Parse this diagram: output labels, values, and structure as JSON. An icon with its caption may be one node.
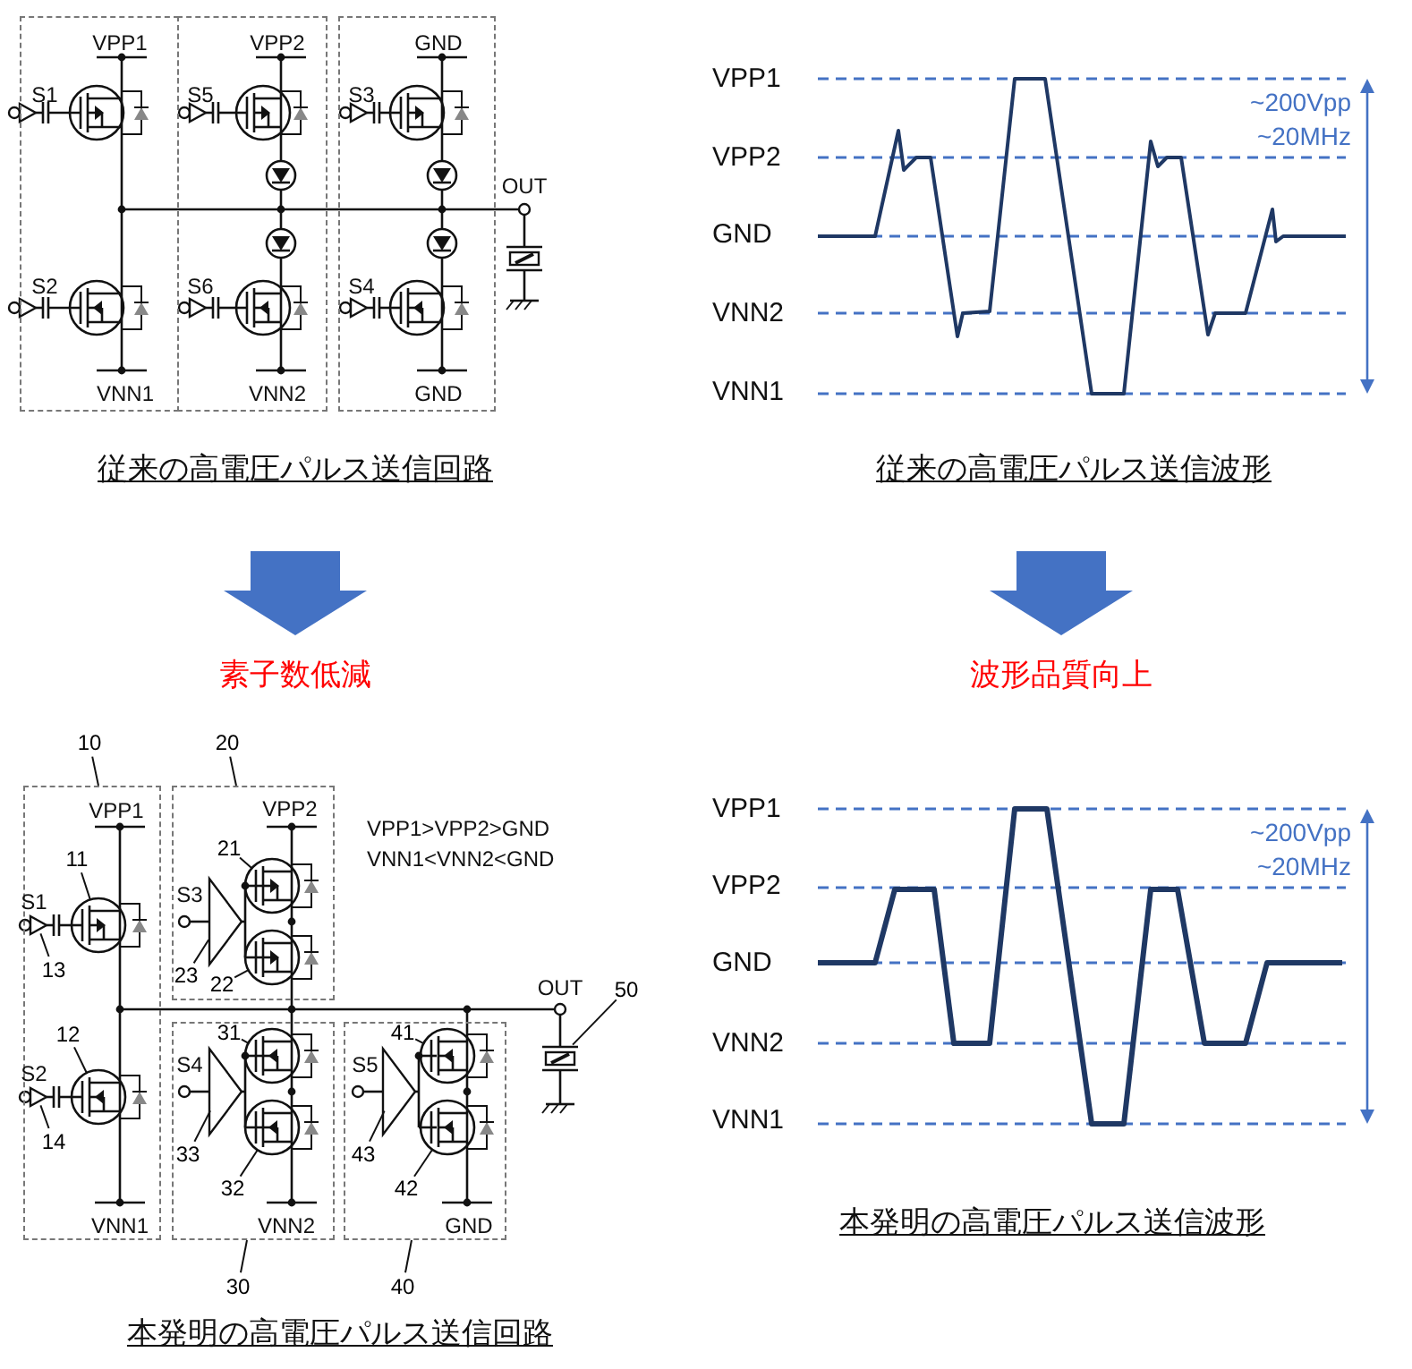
{
  "diagram": {
    "nodes": [
      {
        "text": [
          "VPP1",
          "S1",
          "S2",
          "VNN1"
        ]
      },
      {
        "text": [
          "VPP2",
          "S5",
          "S6",
          "VNN2"
        ]
      },
      {
        "text": [
          "GND",
          "S3",
          "S4",
          "GND"
        ]
      },
      {
        "text": [
          "VPP1",
          "S1",
          "S2",
          "VNN1"
        ]
      },
      {
        "text": [
          "VPP2",
          "S3"
        ]
      },
      {
        "text": [
          "S4",
          "VNN2"
        ]
      },
      {
        "text": [
          "S5",
          "GND"
        ]
      },
      {
        "text": [
          "10"
        ]
      },
      {
        "text": [
          "20"
        ]
      },
      {
        "text": [
          "11"
        ],
        "in": 3
      },
      {
        "text": [
          "13"
        ],
        "in": 3
      },
      {
        "text": [
          "12"
        ],
        "in": 3
      },
      {
        "text": [
          "14"
        ],
        "in": 3
      },
      {
        "text": [
          "21"
        ],
        "in": 4
      },
      {
        "text": [
          "23"
        ],
        "in": 4
      },
      {
        "text": [
          "22"
        ],
        "in": 4
      },
      {
        "text": [
          "31"
        ],
        "in": 5
      },
      {
        "text": [
          "33"
        ],
        "in": 5
      },
      {
        "text": [
          "32"
        ],
        "in": 5
      },
      {
        "text": [
          "41"
        ],
        "in": 6
      },
      {
        "text": [
          "43"
        ],
        "in": 6
      },
      {
        "text": [
          "42"
        ],
        "in": 6
      },
      {
        "text": [
          "30"
        ]
      },
      {
        "text": [
          "40"
        ]
      },
      {
        "text": [
          "50"
        ]
      },
      {
        "text": [],
        "shape": "circle",
        "in": 3
      },
      {
        "text": [],
        "shape": "triangle",
        "in": 3
      },
      {
        "text": [],
        "shape": "circle",
        "in": 3
      },
      {
        "text": [],
        "shape": "triangle",
        "in": 3
      },
      {
        "text": [],
        "shape": "circle",
        "in": 4
      },
      {
        "text": [],
        "shape": "triangle",
        "in": 4
      },
      {
        "text": [],
        "shape": "circle",
        "in": 4
      },
      {
        "text": [],
        "shape": "circle",
        "in": 5
      },
      {
        "text": [],
        "shape": "triangle",
        "in": 5
      },
      {
        "text": [],
        "shape": "circle",
        "in": 5
      },
      {
        "text": [],
        "shape": "circle",
        "in": 6
      },
      {
        "text": [],
        "shape": "triangle",
        "in": 6
      },
      {
        "text": [],
        "shape": "circle",
        "in": 6
      },
      {
        "text": [],
        "shape": "box"
      }
    ],
    "edges": [
      {
        "from": 7,
        "to": 3,
        "arrow": "none"
      },
      {
        "from": 8,
        "to": 4,
        "arrow": "none"
      },
      {
        "from": 9,
        "to": 25,
        "arrow": "none"
      },
      {
        "from": 10,
        "to": 26,
        "arrow": "none"
      },
      {
        "from": 11,
        "to": 27,
        "arrow": "none"
      },
      {
        "from": 12,
        "to": 28,
        "arrow": "none"
      },
      {
        "from": 13,
        "to": 29,
        "arrow": "none"
      },
      {
        "from": 14,
        "to": 30,
        "arrow": "none"
      },
      {
        "from": 15,
        "to": 31,
        "arrow": "none"
      },
      {
        "from": 16,
        "to": 32,
        "arrow": "none"
      },
      {
        "from": 17,
        "to": 33,
        "arrow": "none"
      },
      {
        "from": 18,
        "to": 34,
        "arrow": "none"
      },
      {
        "from": 19,
        "to": 35,
        "arrow": "none"
      },
      {
        "from": 20,
        "to": 36,
        "arrow": "none"
      },
      {
        "from": 21,
        "to": 37,
        "arrow": "none"
      },
      {
        "from": 22,
        "to": 5,
        "arrow": "none"
      },
      {
        "from": 23,
        "to": 6,
        "arrow": "none"
      },
      {
        "from": 24,
        "to": 38,
        "arrow": "none"
      }
    ],
    "labels": [
      "OUT",
      "従来の高電圧パルス送信回路",
      "VPP1",
      "VPP2",
      "GND",
      "VNN2",
      "VNN1",
      "~200Vpp",
      "~20MHz",
      "従来の高電圧パルス送信波形",
      "素子数低減",
      "波形品質向上",
      "VPP1>VPP2>GND",
      "VNN1<VNN2<GND",
      "OUT",
      "VPP1",
      "VPP2",
      "GND",
      "VNN2",
      "VNN1",
      "~200Vpp",
      "~20MHz",
      "本発明の高電圧パルス送信波形",
      "本発明の高電圧パルス送信回路"
    ]
  }
}
